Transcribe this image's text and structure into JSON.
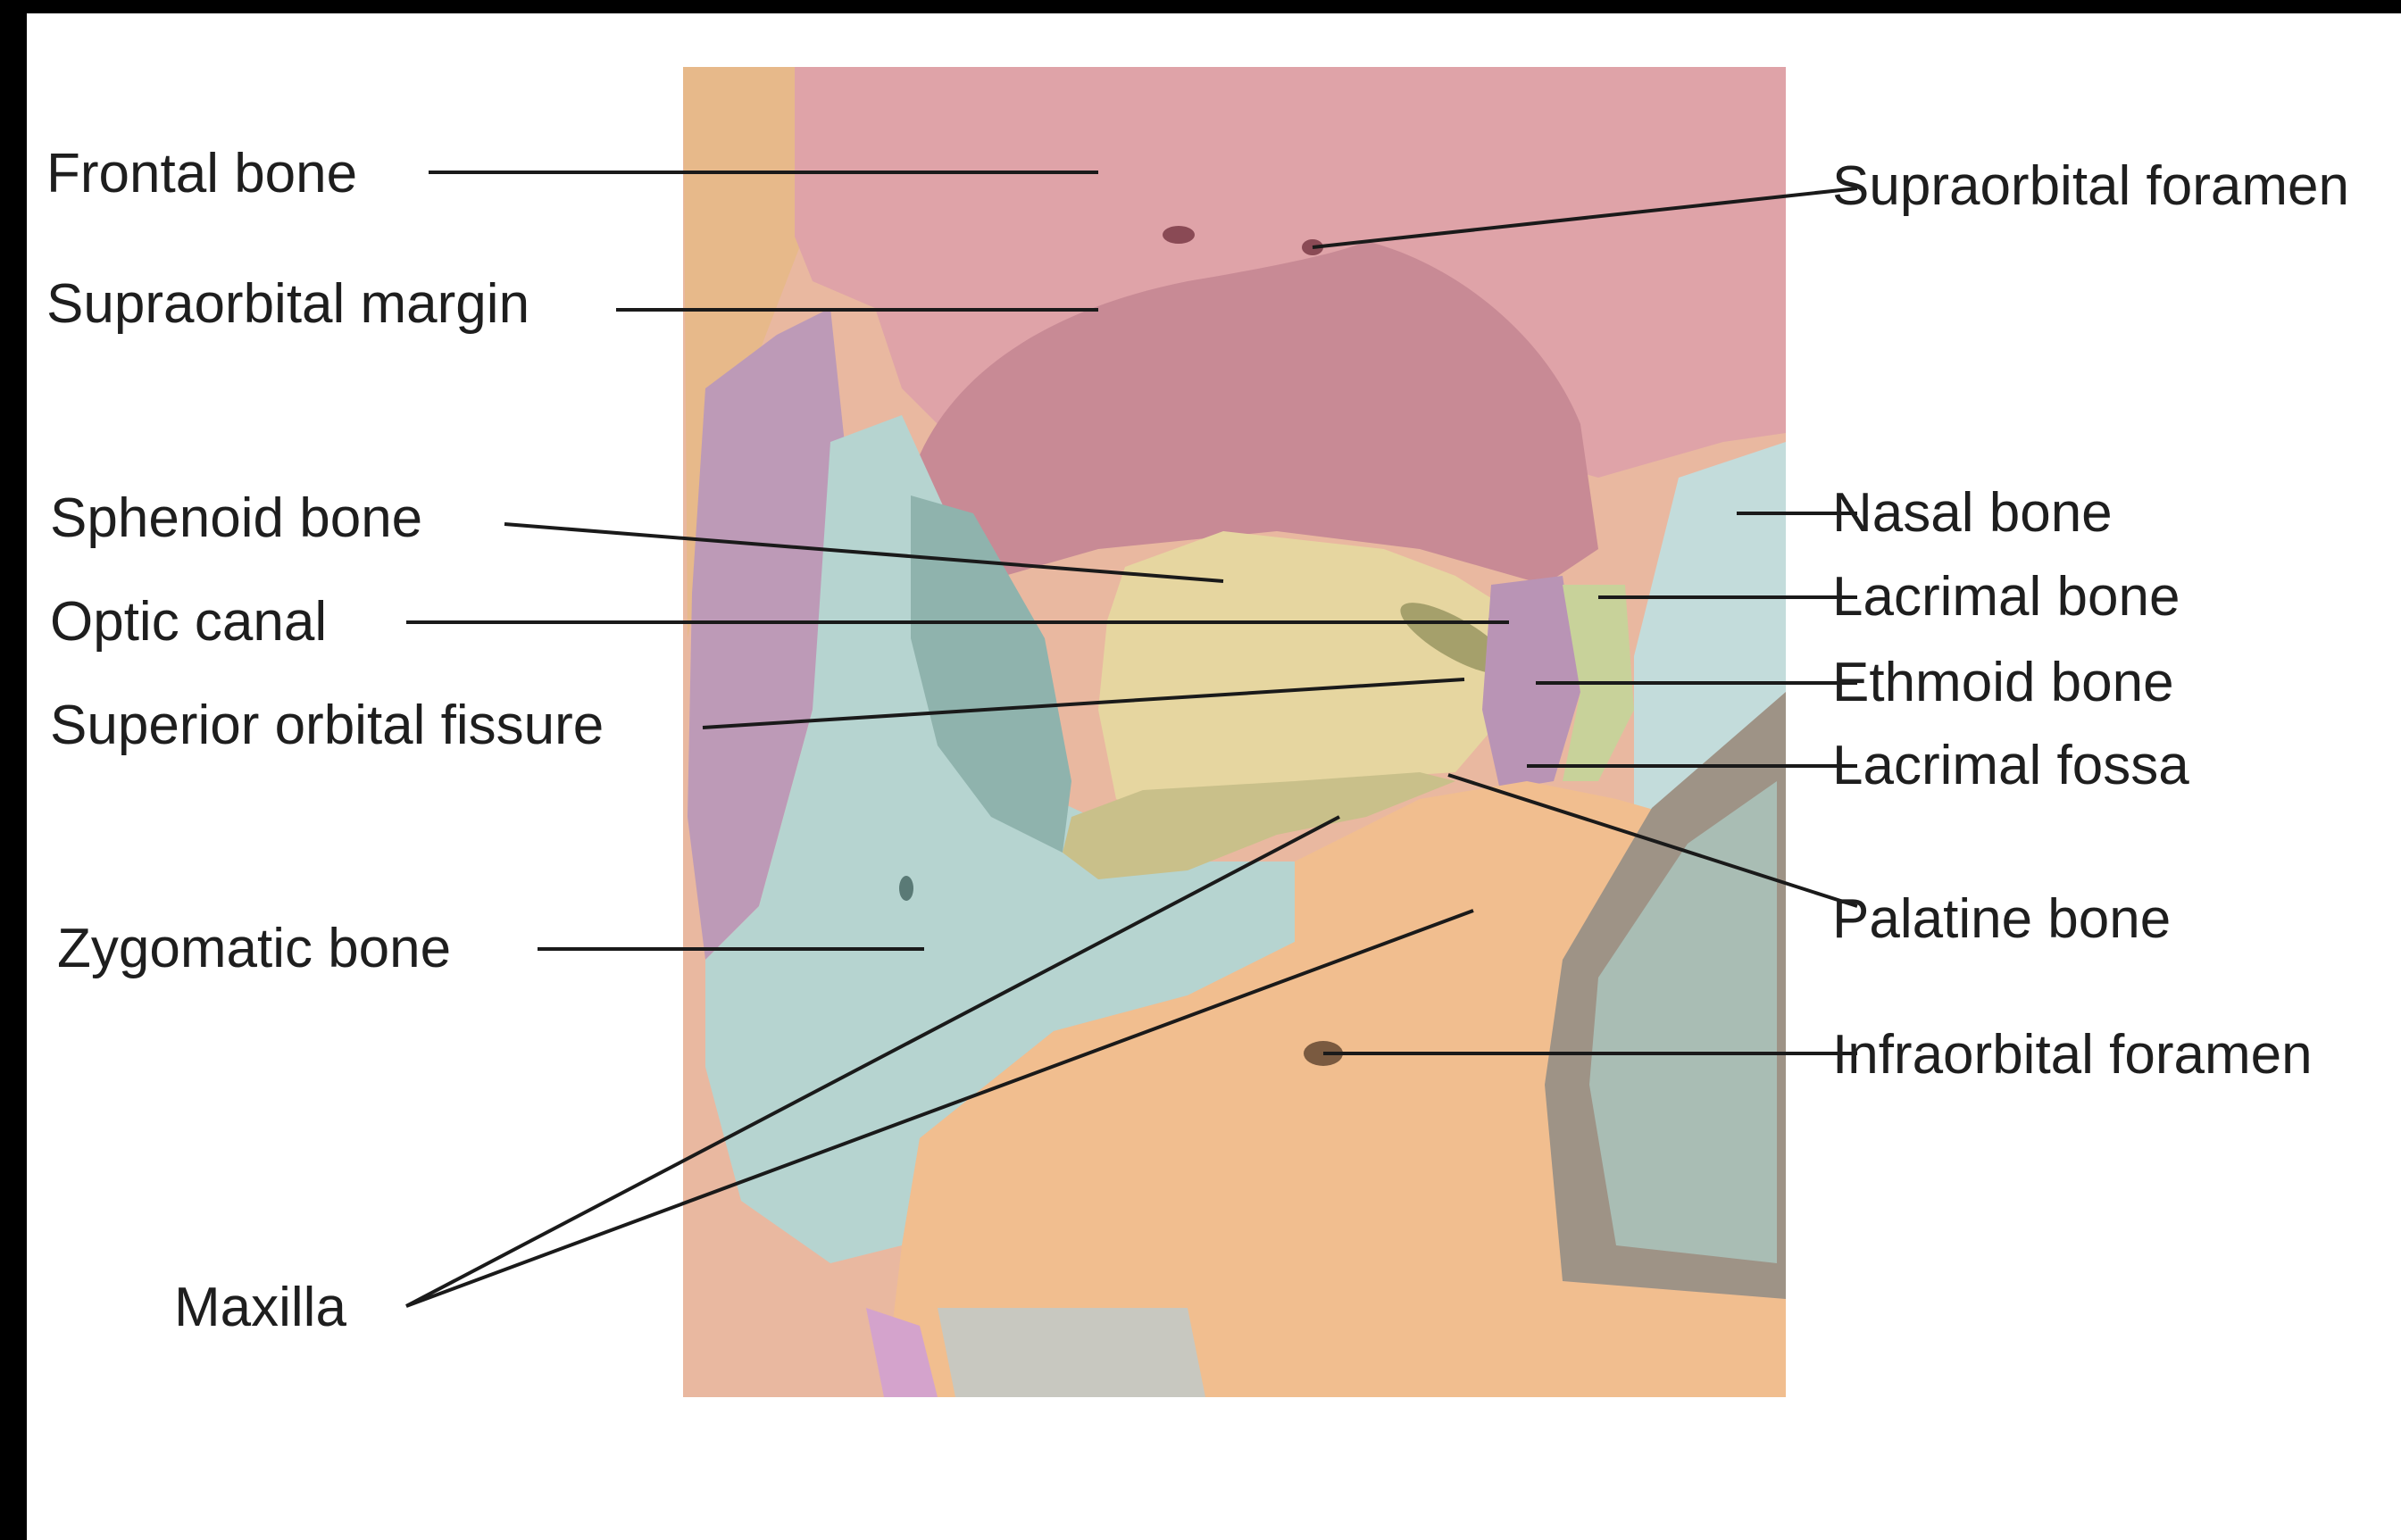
{
  "labels": {
    "frontal_bone": "Frontal bone",
    "supraorbital_margin": "Supraorbital margin",
    "sphenoid_bone": "Sphenoid bone",
    "optic_canal": "Optic canal",
    "superior_orbital_fissure": "Superior orbital fissure",
    "zygomatic_bone": "Zygomatic bone",
    "maxilla": "Maxilla",
    "supraorbital_foramen": "Supraorbital foramen",
    "nasal_bone": "Nasal bone",
    "lacrimal_bone": "Lacrimal bone",
    "ethmoid_bone": "Ethmoid bone",
    "lacrimal_fossa": "Lacrimal fossa",
    "palatine_bone": "Palatine bone",
    "infraorbital_foramen": "Infraorbital foramen"
  },
  "colors": {
    "frontal": "#dfa3a8",
    "frontal_inner": "#c88a95",
    "sphenoid": "#e6d6a0",
    "zygomatic": "#b6d4d0",
    "maxilla": "#f1be8f",
    "ethmoid": "#b994b5",
    "lacrimal": "#c8d29a",
    "nasal": "#c3dcdb",
    "palatine": "#c9c08a",
    "temporal": "#bd9ab7",
    "parietal": "#e7b98a"
  }
}
